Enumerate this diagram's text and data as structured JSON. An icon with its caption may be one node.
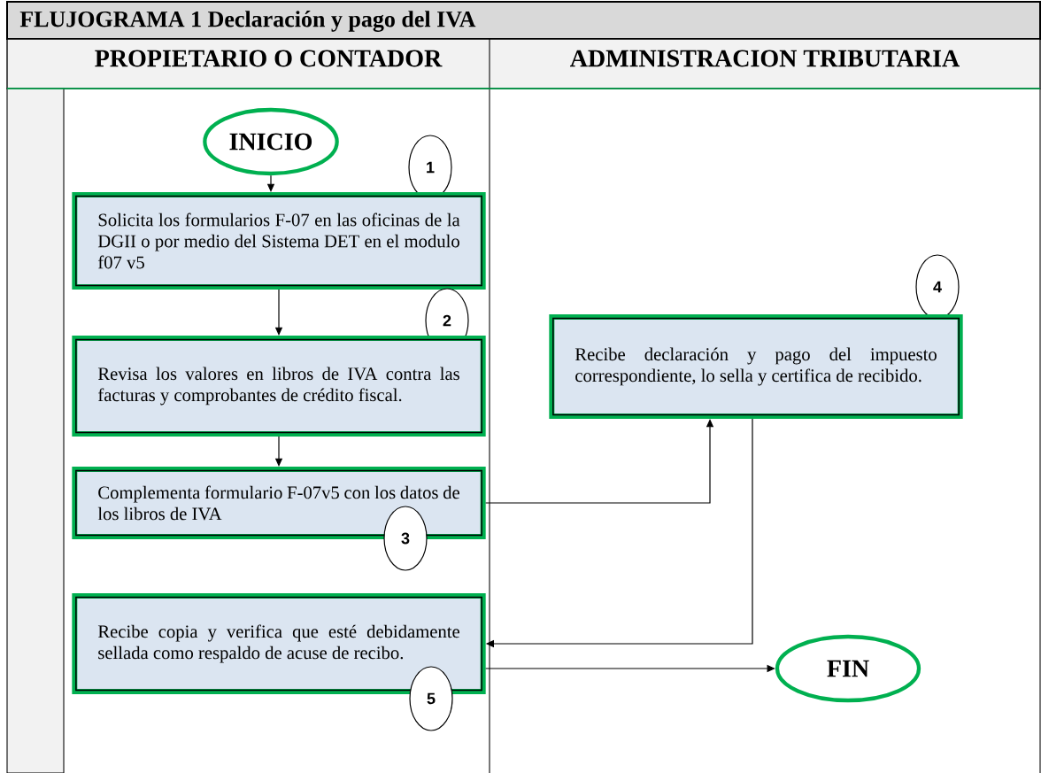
{
  "diagram": {
    "title": "FLUJOGRAMA 1 Declaración y pago del IVA",
    "nodes": [
      {
        "text": [
          "INICIO"
        ]
      },
      {
        "text": [
          "1"
        ]
      },
      {
        "text": [
          "Solicita los formularios F-07 en las oficinas de la DGII o por medio del Sistema DET en el modulo f07 v5"
        ]
      },
      {
        "text": [
          "2"
        ]
      },
      {
        "text": [
          "Revisa los valores en libros de IVA contra las facturas y comprobantes de crédito fiscal."
        ]
      },
      {
        "text": [
          "Complementa formulario F-07v5 con los datos de los libros de IVA"
        ]
      },
      {
        "text": [
          "3"
        ]
      },
      {
        "text": [
          "4"
        ]
      },
      {
        "text": [
          "Recibe declaración y pago del impuesto correspondiente, lo sella y certifica de recibido."
        ]
      },
      {
        "text": [
          "Recibe copia y verifica que esté debidamente sellada como respaldo de acuse de recibo."
        ]
      },
      {
        "text": [
          "5"
        ]
      },
      {
        "text": [
          "FIN"
        ]
      }
    ],
    "edges": [
      {
        "from": 0,
        "to": 2,
        "arrow": "to"
      },
      {
        "from": 2,
        "to": 4,
        "arrow": "to"
      },
      {
        "from": 4,
        "to": 5,
        "arrow": "to"
      },
      {
        "from": 5,
        "to": 8,
        "arrow": "to"
      },
      {
        "from": 8,
        "to": 9,
        "arrow": "to"
      },
      {
        "from": 9,
        "to": 11,
        "arrow": "to"
      }
    ],
    "labels": [
      "PROPIETARIO O CONTADOR",
      "ADMINISTRACION TRIBUTARIA"
    ]
  }
}
